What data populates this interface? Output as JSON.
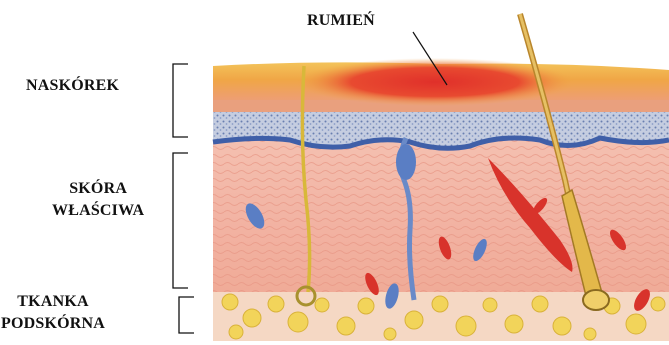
{
  "labels": {
    "rumien": "RUMIEŃ",
    "naskorek": "NASKÓREK",
    "skora_line1": "SKÓRA",
    "skora_line2": "WŁAŚCIWA",
    "tkanka_line1": "TKANKA",
    "tkanka_line2": "PODSKÓRNA"
  },
  "colors": {
    "erythema": "#e23a2a",
    "epidermis_top": "#f0b84c",
    "basal_layer": "#3f5fa8",
    "dermis": "#f2b2a2",
    "hair": "#d4a23a",
    "fat": "#f2d45a",
    "vessel_red": "#d8332b",
    "vessel_blue": "#5a7ec4"
  }
}
